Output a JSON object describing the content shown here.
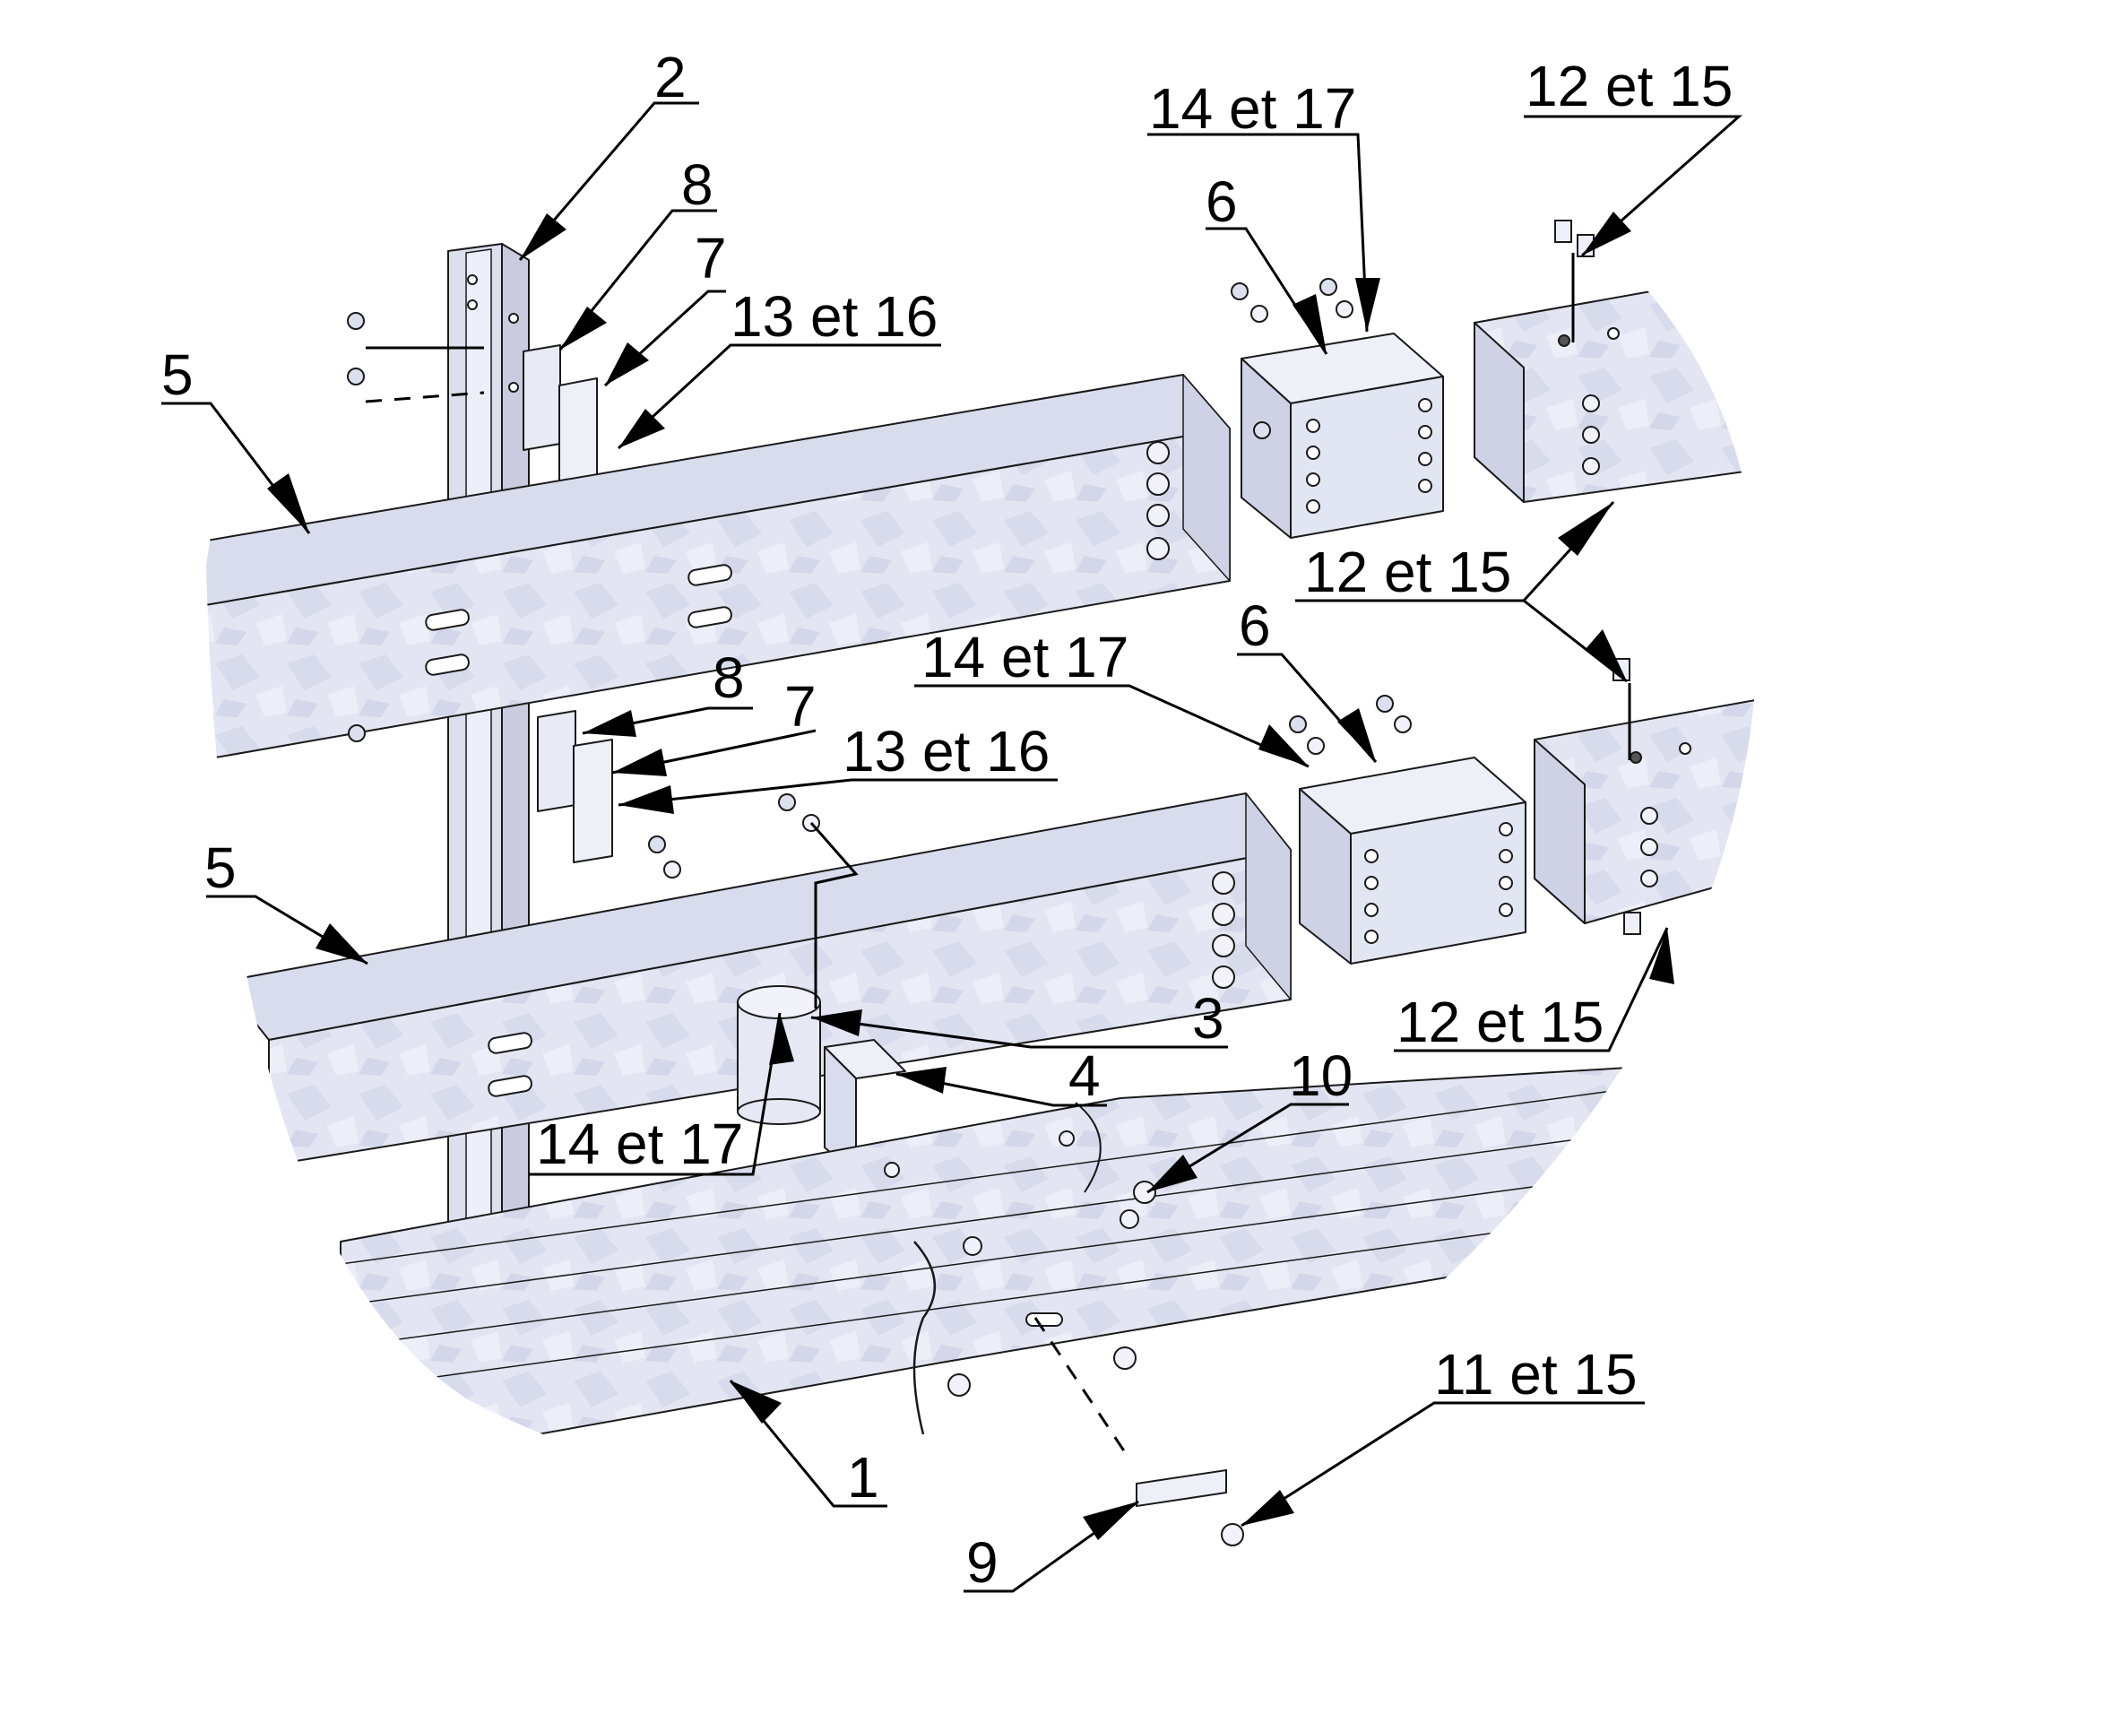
{
  "colors": {
    "background": "#ffffff",
    "steel_face": "#e3e5f2",
    "steel_light": "#eef0f8",
    "steel_dark": "#c5c8da",
    "line": "#1a1a1a"
  },
  "callouts": {
    "c1": "1",
    "c2": "2",
    "c3": "3",
    "c4": "4",
    "c5a": "5",
    "c5b": "5",
    "c6a": "6",
    "c6b": "6",
    "c7a": "7",
    "c7b": "7",
    "c8a": "8",
    "c8b": "8",
    "c9": "9",
    "c10": "10",
    "c11_15": "11 et 15",
    "c12_15a": "12 et 15",
    "c12_15b": "12 et 15",
    "c12_15c": "12 et 15",
    "c13_16a": "13 et 16",
    "c13_16b": "13 et 16",
    "c14_17a": "14 et 17",
    "c14_17b": "14 et 17",
    "c14_17c": "14 et 17"
  }
}
